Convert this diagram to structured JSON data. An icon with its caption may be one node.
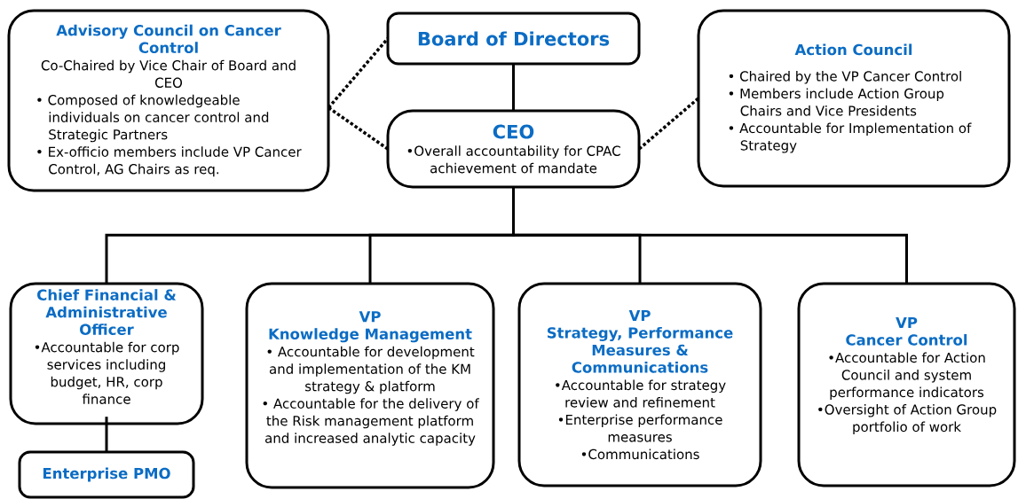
{
  "diagram": {
    "nodes": [
      {
        "text": [
          "Advisory Council on Cancer Control",
          "Co-Chaired by Vice Chair of Board and CEO",
          "• Composed of knowledgeable individuals on cancer control and Strategic Partners",
          "• Ex-officio members include VP Cancer Control, AG Chairs as req."
        ]
      },
      {
        "text": [
          "Board of Directors"
        ]
      },
      {
        "text": [
          "Action Council",
          "• Chaired by the VP Cancer Control",
          "• Members include Action Group Chairs and Vice Presidents",
          "• Accountable for Implementation of Strategy"
        ]
      },
      {
        "text": [
          "CEO",
          "•Overall accountability for CPAC achievement of mandate"
        ]
      },
      {
        "text": [
          "Chief Financial & Administrative Officer",
          "•Accountable for corp services including budget, HR, corp finance"
        ]
      },
      {
        "text": [
          "VP",
          "Knowledge Management",
          "• Accountable for development and implementation of the KM strategy & platform",
          "• Accountable for the delivery of the Risk management platform and increased analytic capacity"
        ]
      },
      {
        "text": [
          "VP",
          "Strategy, Performance Measures & Communications",
          "•Accountable for strategy review and refinement",
          "•Enterprise performance measures",
          "•Communications"
        ]
      },
      {
        "text": [
          "VP",
          "Cancer Control",
          "•Accountable for Action Council and system performance indicators",
          "•Oversight of Action Group portfolio of work"
        ]
      },
      {
        "text": [
          "Enterprise PMO"
        ]
      }
    ],
    "edges": [
      {
        "from": 0,
        "to": 1,
        "arrow": "none",
        "style": "dashed"
      },
      {
        "from": 0,
        "to": 3,
        "arrow": "none",
        "style": "dashed"
      },
      {
        "from": 3,
        "to": 2,
        "arrow": "none",
        "style": "dashed"
      },
      {
        "from": 1,
        "to": 3,
        "arrow": "none"
      },
      {
        "from": 3,
        "to": 4,
        "arrow": "none"
      },
      {
        "from": 3,
        "to": 5,
        "arrow": "none"
      },
      {
        "from": 3,
        "to": 6,
        "arrow": "none"
      },
      {
        "from": 3,
        "to": 7,
        "arrow": "none"
      },
      {
        "from": 4,
        "to": 8,
        "arrow": "none"
      }
    ]
  }
}
